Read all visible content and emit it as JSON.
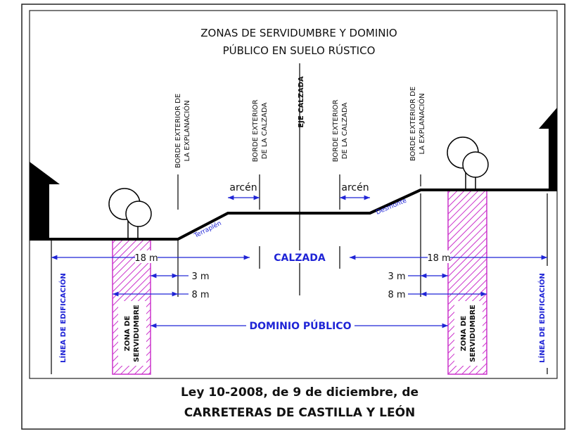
{
  "title": {
    "line1": "ZONAS DE SERVIDUMBRE Y DOMINIO",
    "line2": "PÚBLICO EN SUELO RÚSTICO"
  },
  "vertical_labels": {
    "eje": "EJE CALZADA",
    "borde_explanacion_left_1": "BORDE EXTERIOR DE",
    "borde_explanacion_left_2": "LA EXPLANACIÓN",
    "borde_calzada_left_1": "BORDE EXTERIOR",
    "borde_calzada_left_2": "DE LA CALZADA",
    "borde_calzada_right_1": "BORDE EXTERIOR",
    "borde_calzada_right_2": "DE LA CALZADA",
    "borde_explanacion_right_1": "BORDE EXTERIOR DE",
    "borde_explanacion_right_2": "LA EXPLANACIÓN",
    "linea_edificacion": "LÍNEA DE EDIFICACIÓN",
    "zona_servidumbre_1": "ZONA DE",
    "zona_servidumbre_2": "SERVIDUMBRE"
  },
  "profile_labels": {
    "arcen": "arcén",
    "terraplen": "Terraplén",
    "desmonte": "Desmonte"
  },
  "dimensions": {
    "d18": "18 m",
    "d3": "3 m",
    "d8": "8 m",
    "calzada": "CALZADA",
    "dominio_publico": "DOMINIO PÚBLICO"
  },
  "law": {
    "line1": "Ley 10-2008, de 9 de diciembre, de",
    "line2": "CARRETERAS DE CASTILLA Y LEÓN"
  },
  "colors": {
    "annotation_blue": "#1f24d6",
    "zone_magenta": "#cc33cc",
    "ink": "#111111"
  }
}
